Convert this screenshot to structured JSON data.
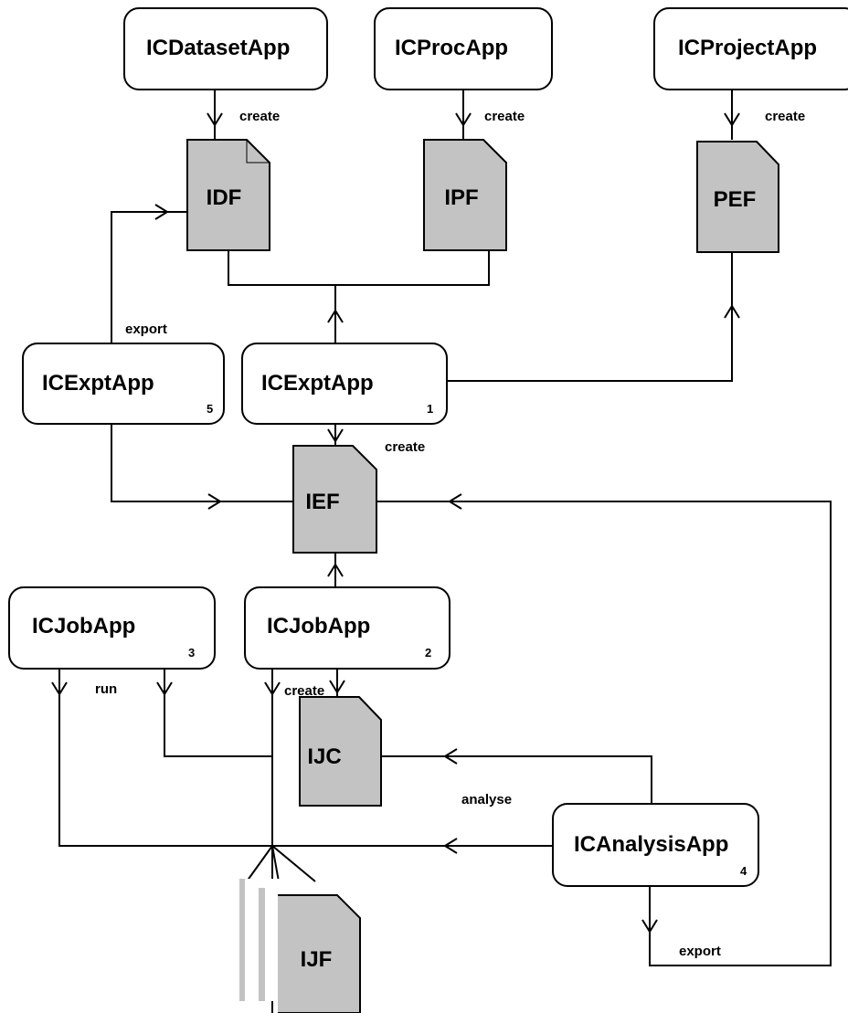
{
  "apps": {
    "dataset": {
      "label": "ICDatasetApp",
      "num": ""
    },
    "proc": {
      "label": "ICProcApp",
      "num": ""
    },
    "project": {
      "label": "ICProjectApp",
      "num": ""
    },
    "expt5": {
      "label": "ICExptApp",
      "num": "5"
    },
    "expt1": {
      "label": "ICExptApp",
      "num": "1"
    },
    "job3": {
      "label": "ICJobApp",
      "num": "3"
    },
    "job2": {
      "label": "ICJobApp",
      "num": "2"
    },
    "analysis": {
      "label": "ICAnalysisApp",
      "num": "4"
    }
  },
  "files": {
    "idf": "IDF",
    "ipf": "IPF",
    "pef": "PEF",
    "ief": "IEF",
    "ijc": "IJC",
    "ijf": "IJF"
  },
  "edges": {
    "create_idf": "create",
    "create_ipf": "create",
    "create_pef": "create",
    "export_expt5": "export",
    "create_ief": "create",
    "run": "run",
    "create_ijc": "create",
    "analyse": "analyse",
    "export_analysis": "export"
  },
  "colors": {
    "file_fill": "#c3c3c3",
    "stroke": "#000000",
    "background": "#ffffff"
  }
}
